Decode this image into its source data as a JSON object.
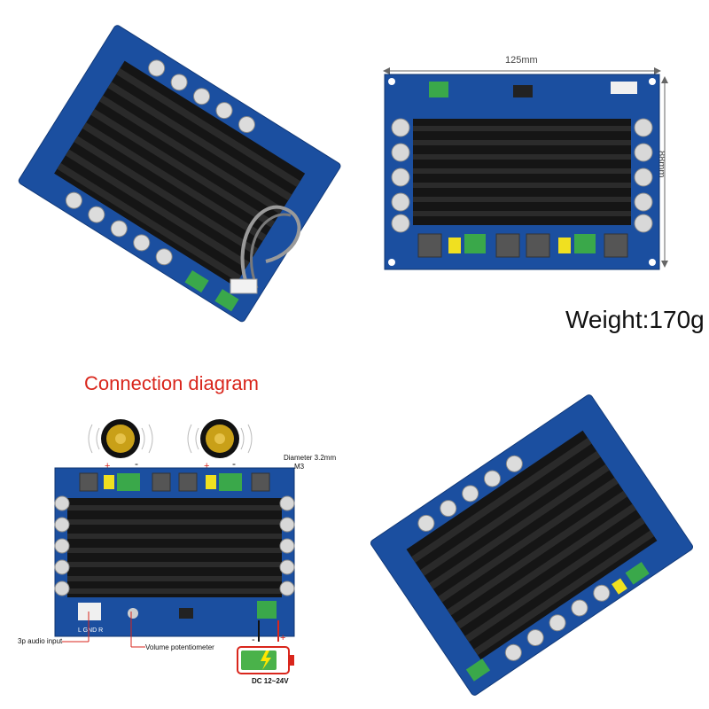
{
  "panels": {
    "dimensions": {
      "width_label": "125mm",
      "height_label": "88mm",
      "weight_label": "Weight:170g"
    },
    "connection": {
      "title": "Connection diagram",
      "diameter_label": "Diameter 3.2mm",
      "screw_label": "M3",
      "audio_input_label": "3p audio input",
      "volume_label": "Volume potentiometer",
      "dc_label": "DC 12~24V",
      "plus": "+",
      "minus": "-",
      "gnd_label": "L GND R"
    }
  },
  "colors": {
    "pcb": "#1b4fa0",
    "heatsink": "#151515",
    "title_red": "#d9261c",
    "terminal_green": "#3aa84a",
    "cap_yellow": "#f0e020"
  }
}
